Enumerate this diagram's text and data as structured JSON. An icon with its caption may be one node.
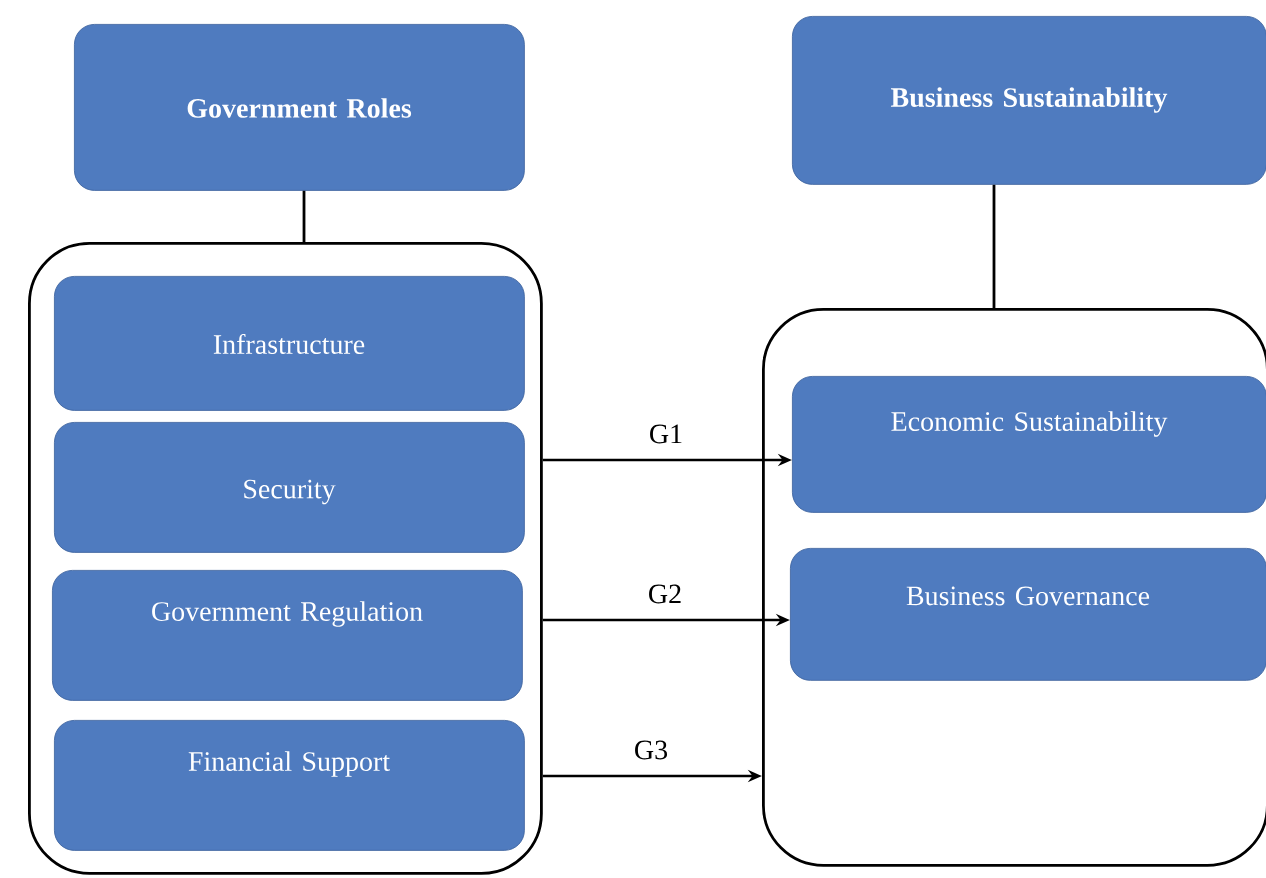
{
  "diagram": {
    "nodes": [
      {
        "text": [
          "Government Roles"
        ]
      },
      {
        "text": [
          "Business Sustainability"
        ]
      },
      {
        "text": [],
        "shape": "box"
      },
      {
        "text": [
          "Infrastructure"
        ],
        "in": 2
      },
      {
        "text": [
          "Security"
        ],
        "in": 2
      },
      {
        "text": [
          "Government Regulation"
        ],
        "in": 2
      },
      {
        "text": [
          "Financial Support"
        ],
        "in": 2
      },
      {
        "text": [],
        "shape": "box"
      },
      {
        "text": [
          "Economic Sustainability"
        ],
        "in": 7
      },
      {
        "text": [
          "Business Governance"
        ],
        "in": 7
      }
    ],
    "edges": [
      {
        "from": 0,
        "to": 2,
        "arrow": "none"
      },
      {
        "from": 1,
        "to": 7,
        "arrow": "none"
      },
      {
        "from": 2,
        "to": 8,
        "arrow": "to",
        "label": "G1"
      },
      {
        "from": 2,
        "to": 9,
        "arrow": "to",
        "label": "G2"
      },
      {
        "from": 2,
        "to": 7,
        "arrow": "to",
        "label": "G3"
      }
    ]
  }
}
